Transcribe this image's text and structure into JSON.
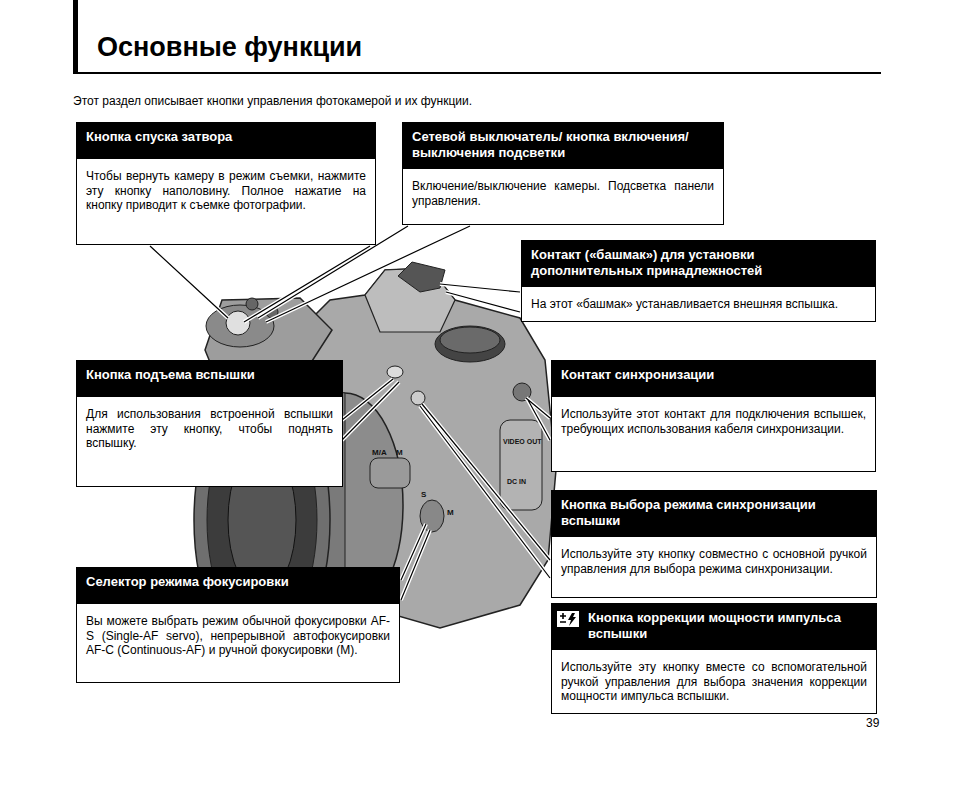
{
  "diagram": {
    "title": "Основные функции",
    "nodes": [
      {
        "text": [
          "Кнопка спуска затвора",
          "Чтобы вернуть камеру в режим съемки, нажмите эту кнопку наполовину. Полное нажатие на кнопку приводит к съемке фотографии."
        ]
      },
      {
        "text": [
          "Сетевой выключатель/ кнопка включения/выключения подсветки",
          "Включение/выключение камеры. Подсветка панели управления."
        ]
      },
      {
        "text": [
          "Контакт («башмак») для установки дополнительных принадлежностей",
          "На этот «башмак» устанавливается внешняя вспышка."
        ]
      },
      {
        "text": [
          "Кнопка подъема вспышки",
          "Для использования встроенной вспышки нажмите эту кнопку, чтобы поднять вспышку."
        ]
      },
      {
        "text": [
          "Контакт синхронизации",
          "Используйте этот контакт для подключения вспышек, требующих использования кабеля синхронизации."
        ]
      },
      {
        "text": [
          "Кнопка выбора режима синхронизации вспышки",
          "Используйте эту кнопку совместно с основной ручкой управления для выбора режима синхронизации."
        ]
      },
      {
        "text": [
          "Кнопка коррекции мощности импульса вспышки",
          "Используйте эту кнопку вместе со вспомогательной ручкой управления для выбора значения коррекции мощности импульса вспышки."
        ]
      },
      {
        "text": [
          "Селектор режима фокусировки",
          "Вы можете выбрать режим обычной фокусировки AF-S (Single-AF servo), непрерывной автофокусировки AF-C (Continuous-AF) и ручной фокусировки (M)."
        ]
      }
    ],
    "labels": [
      "Этот раздел описывает кнопки управления фотокамерой и их функции.",
      "39",
      "M/A",
      "M",
      "S",
      "M",
      "VIDEO OUT",
      "DC IN"
    ]
  }
}
